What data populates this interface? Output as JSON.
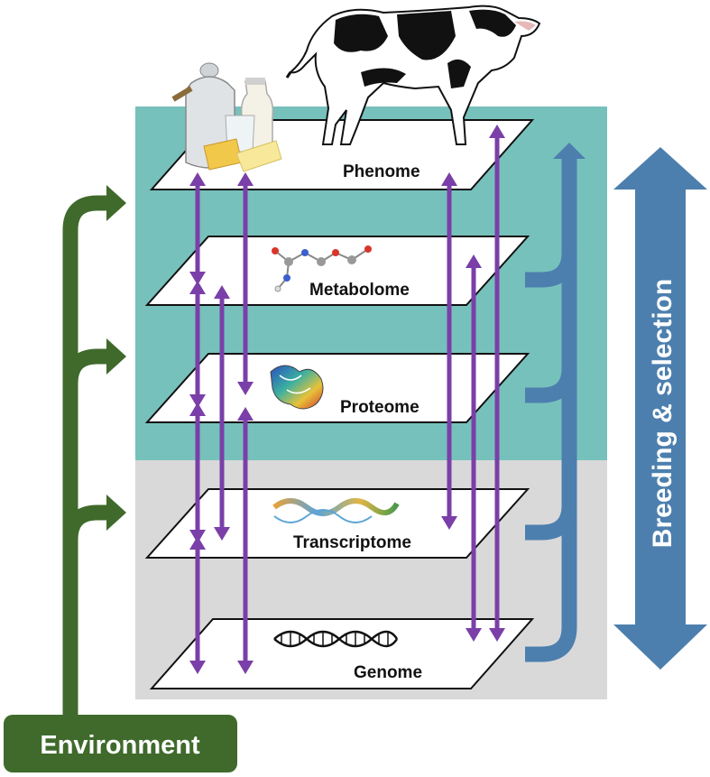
{
  "layers": [
    {
      "id": "phenome",
      "label": "Phenome"
    },
    {
      "id": "metabolome",
      "label": "Metabolome"
    },
    {
      "id": "proteome",
      "label": "Proteome"
    },
    {
      "id": "transcriptome",
      "label": "Transcriptome"
    },
    {
      "id": "genome",
      "label": "Genome"
    }
  ],
  "environment": {
    "label": "Environment"
  },
  "breeding": {
    "label": "Breeding & selection"
  },
  "colors": {
    "teal_region": "#77c1bc",
    "gray_region": "#d9d9d9",
    "purple_arrow": "#7a3fa8",
    "green_arrow": "#3f6a2b",
    "blue_arrow": "#4c7fae",
    "env_box": "#3f6a2b"
  },
  "icons": [
    "cow-icon",
    "dairy-products-icon",
    "molecule-icon",
    "protein-structure-icon",
    "rna-strand-icon",
    "dna-helix-icon"
  ]
}
